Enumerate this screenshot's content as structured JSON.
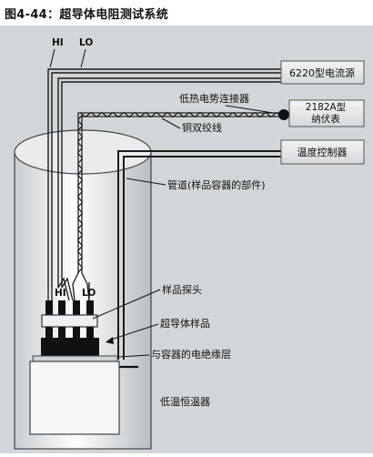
{
  "figure": {
    "title": "图4-44：超导体电阻测试系统"
  },
  "labels": {
    "hi_top": "HI",
    "lo_top": "LO",
    "hi_probe": "HI",
    "lo_probe": "LO",
    "thermo_connector": "低热电势连接器",
    "twisted_pair": "铜双绞线",
    "conduit": "管道(样品容器的部件)",
    "sample_probe": "样品探头",
    "superconductor_sample": "超导体样品",
    "electric_insulation": "与容器的电绝缘层",
    "cryostat": "低温恒温器"
  },
  "instruments": {
    "current_source": "6220型电流源",
    "nanovoltmeter_line1": "2182A型",
    "nanovoltmeter_line2": "纳伏表",
    "temperature_controller": "温度控制器"
  },
  "colors": {
    "panel_bg": "#d3d6d8",
    "box_fill": "#e4e6e8",
    "box_border": "#555555",
    "line": "#1a1a1a"
  }
}
